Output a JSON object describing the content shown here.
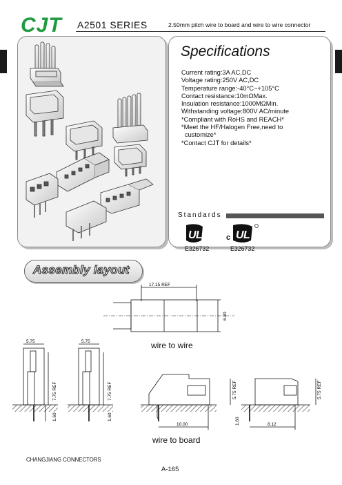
{
  "header": {
    "logo": "CJT",
    "series": "A2501 SERIES",
    "pitch_desc": "2.50mm pitch wire to board and wire to wire connector"
  },
  "specifications": {
    "title": "Specifications",
    "items": [
      "Current rating:3A AC,DC",
      "Voltage rating:250V AC,DC",
      "Temperature range:-40°C~+105°C",
      "Contact resistance:10mΩMax.",
      "Insulation resistance:1000MΩMin.",
      "Withstanding voltage:800V AC/minute",
      "*Compliant with RoHS and REACH*",
      "*Meet the HF/Halogen Free,need to",
      "customize*",
      "*Contact CJT for details*"
    ]
  },
  "standards": {
    "label": "Standards",
    "certs": [
      {
        "mark": "UL",
        "code": "E326732"
      },
      {
        "mark": "cUL",
        "code": "E326732"
      }
    ]
  },
  "assembly": {
    "title": "Assembly layout",
    "wire_to_wire_label": "wire to wire",
    "wire_to_board_label": "wire to board",
    "dimensions": {
      "ref_length": "17.15 REF",
      "height": "6.80",
      "width_a": "5.75",
      "width_b": "5.75",
      "ref_a": "7.75 REF",
      "ref_b": "7.75 REF",
      "ref_c": "5.75 REF",
      "ref_d": "5.75 REF",
      "pin_a": "1.60",
      "pin_b": "1.60",
      "pin_c": "1.60",
      "span_a": "10.00",
      "span_b": "8.12"
    }
  },
  "footer": {
    "company": "CHANGJIANG CONNECTORS",
    "page": "A-165"
  },
  "colors": {
    "logo": "#1f9a3e",
    "panel_bg": "#f2f2f2",
    "hatch": "#555555"
  }
}
